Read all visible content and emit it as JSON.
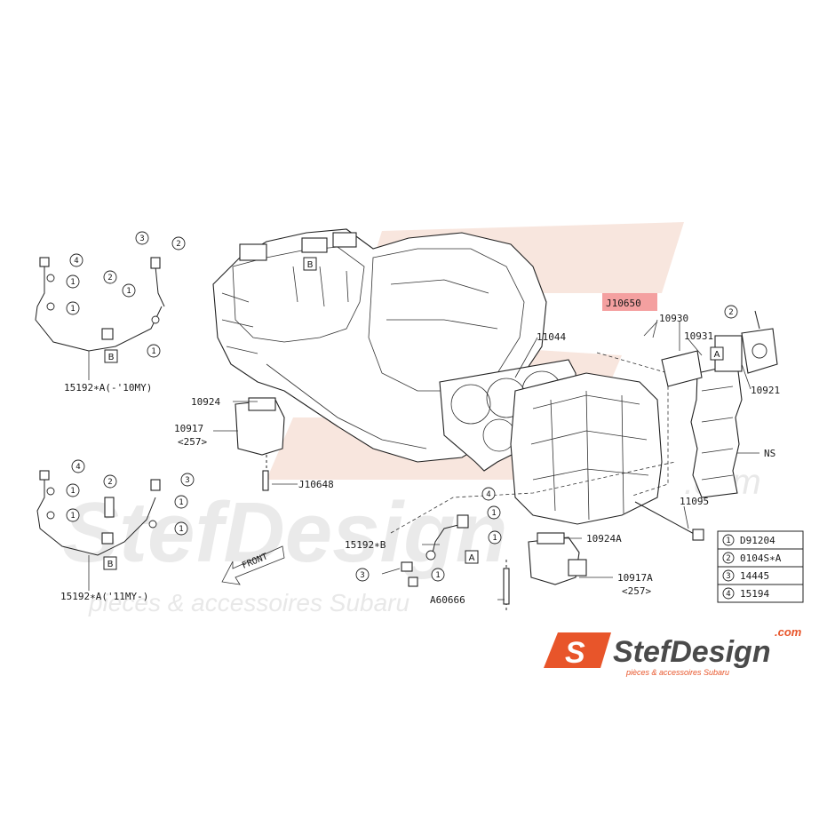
{
  "watermark": {
    "word": "StefDesign",
    "dotcom": ".com",
    "tagline": "pièces & accessoires Subaru",
    "colors": {
      "logo_light": "#f6ddd3",
      "gray": "#e6e6e6"
    }
  },
  "highlight": {
    "label": "J10650",
    "color": "#f4a0a0"
  },
  "labels": {
    "p15192a_old": "15192∗A(-'10MY)",
    "p15192a_new": "15192∗A('11MY-)",
    "p15192b": "15192∗B",
    "p10924": "10924",
    "p10917": "10917",
    "p10917_sub": "<257>",
    "pJ10648": "J10648",
    "p11044": "11044",
    "p10930": "10930",
    "p10931": "10931",
    "p10921": "10921",
    "pNS": "NS",
    "p11095": "11095",
    "p10924a": "10924A",
    "p10917a": "10917A",
    "p10917a_sub": "<257>",
    "pA60666": "A60666",
    "front": "FRONT"
  },
  "ref_letters": {
    "a": "A",
    "b": "B"
  },
  "circle_numbers": {
    "n1": "1",
    "n2": "2",
    "n3": "3",
    "n4": "4"
  },
  "legend": [
    {
      "num": "1",
      "part": "D91204"
    },
    {
      "num": "2",
      "part": "0104S∗A"
    },
    {
      "num": "3",
      "part": "14445"
    },
    {
      "num": "4",
      "part": "15194"
    }
  ],
  "logo": {
    "mark": "S",
    "name": "StefDesign",
    "dotcom": ".com",
    "tagline": "pièces & accessoires Subaru",
    "colors": {
      "orange": "#e8552a",
      "dark": "#4a4a4a"
    }
  }
}
